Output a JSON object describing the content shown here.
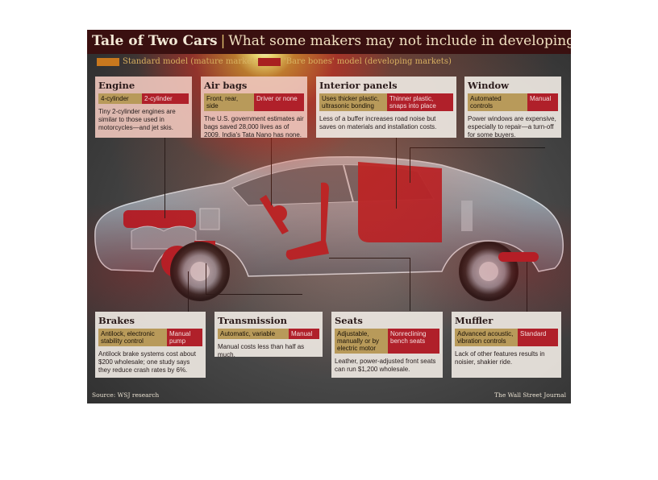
{
  "header": {
    "title_bold": "Tale of Two Cars",
    "title_separator": "|",
    "title_sub": "What some makers may not include in developing markets"
  },
  "legend": {
    "standard_label": "Standard model (mature markets)",
    "bare_label": "'Bare bones' model (developing markets)",
    "standard_color": "#b89a5a",
    "bare_color": "#b0202a"
  },
  "features": {
    "engine": {
      "title": "Engine",
      "standard": "4-cylinder",
      "bare": "2-cylinder",
      "desc": "Tiny 2-cylinder engines are similar to those used in motorcycles—and jet skis."
    },
    "airbags": {
      "title": "Air bags",
      "standard": "Front, rear, side",
      "bare": "Driver or none",
      "desc": "The U.S. government estimates air bags saved 28,000 lives as of 2009. India's Tata Nano has none."
    },
    "interior": {
      "title": "Interior panels",
      "standard": "Uses thicker plastic, ultrasonic bonding",
      "bare": "Thinner plastic, snaps into place",
      "desc": "Less of a buffer increases road noise but saves on materials and installation costs."
    },
    "window": {
      "title": "Window",
      "standard": "Automated controls",
      "bare": "Manual",
      "desc": "Power windows are expensive, especially to repair—a turn-off for some buyers."
    },
    "brakes": {
      "title": "Brakes",
      "standard": "Antilock, electronic stability control",
      "bare": "Manual pump",
      "desc": "Antilock brake systems cost about $200 wholesale; one study says they reduce crash rates by 6%."
    },
    "transmission": {
      "title": "Transmission",
      "standard": "Automatic, variable",
      "bare": "Manual",
      "desc": "Manual costs less than half as much."
    },
    "seats": {
      "title": "Seats",
      "standard": "Adjustable, manually or by electric motor",
      "bare": "Nonreclining bench seats",
      "desc": "Leather, power-adjusted front seats can run $1,200 wholesale."
    },
    "muffler": {
      "title": "Muffler",
      "standard": "Advanced acoustic, vibration controls",
      "bare": "Standard",
      "desc": "Lack of other features results in noisier, shakier ride."
    }
  },
  "footer": {
    "source": "Source: WSJ research",
    "credit": "The Wall Street Journal"
  }
}
